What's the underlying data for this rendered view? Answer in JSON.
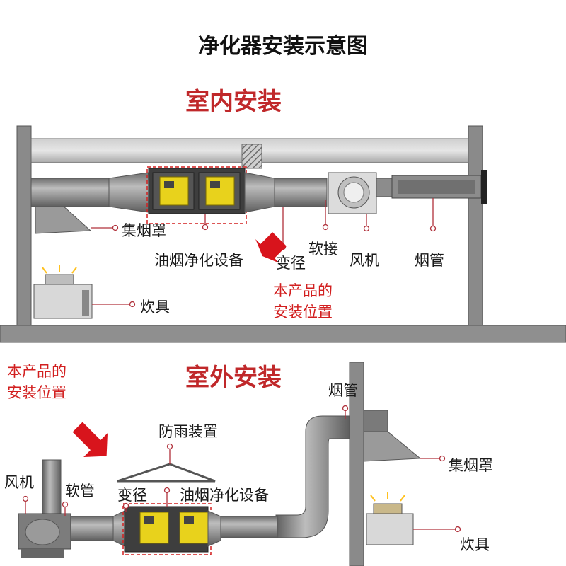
{
  "title": "净化器安装示意图",
  "indoor": {
    "heading": "室内安装",
    "labels": {
      "hood": "集烟罩",
      "purifier": "油烟净化设备",
      "reducer": "变径",
      "flex_joint": "软接",
      "fan": "风机",
      "chimney": "烟管",
      "stove": "炊具"
    },
    "note_line1": "本产品的",
    "note_line2": "安装位置"
  },
  "outdoor": {
    "heading": "室外安装",
    "note_line1": "本产品的",
    "note_line2": "安装位置",
    "labels": {
      "chimney": "烟管",
      "rain_cover": "防雨装置",
      "hood": "集烟罩",
      "fan": "风机",
      "flex_pipe": "软管",
      "reducer": "变径",
      "purifier": "油烟净化设备",
      "stove": "炊具"
    }
  },
  "colors": {
    "title_red": "#c0282a",
    "note_red": "#d21f1f",
    "arrow_red": "#d8141c",
    "leader_red": "#b0303a",
    "purifier_yellow": "#e8d21c",
    "duct_gray": "#8c8c8c",
    "wall_gray": "#7a7a7a"
  }
}
